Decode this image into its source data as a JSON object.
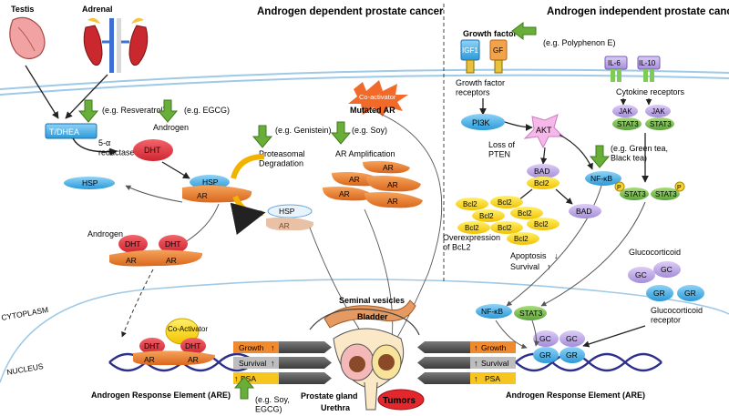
{
  "titles": {
    "left": "Androgen dependent prostate cancer",
    "right": "Androgen independent prostate cancer"
  },
  "compartments": {
    "cytoplasm": "CYTOPLASM",
    "nucleus": "NUCLEUS"
  },
  "organs": {
    "testis": "Testis",
    "adrenal": "Adrenal"
  },
  "left_panel": {
    "t_dhea": "T/DHEA",
    "reductase": "5-α\nreductase",
    "androgen_label": "Androgen",
    "dht": "DHT",
    "hsp": "HSP",
    "ar": "AR",
    "resveratrol": "(e.g. Resveratrol)",
    "egcg": "(e.g. EGCG)",
    "genistein": "(e.g. Genistein)",
    "proteasomal": "Proteasomal\nDegradation",
    "soy": "(e.g. Soy)",
    "ar_amplification": "AR Amplification",
    "mutated_ar": "Mutated AR",
    "co_activator_star": "Co-activator",
    "androgen_label_2": "Androgen",
    "co_activator": "Co-Activator",
    "are_left": "Androgen Response Element (ARE)",
    "soy_egcg": "(e.g. Soy,\nEGCG)"
  },
  "outputs": {
    "growth": "Growth",
    "survival": "Survival",
    "psa": "PSA"
  },
  "center": {
    "seminal_vesicles": "Seminal vesicles",
    "bladder": "Bladder",
    "prostate_gland": "Prostate gland",
    "urethra": "Urethra",
    "tumors": "Tumors"
  },
  "right_panel": {
    "growth_factor": "Growth factor",
    "polyphenon": "(e.g. Polyphenon E)",
    "igf1": "IGF1",
    "gf": "GF",
    "gf_receptors": "Growth factor\nreceptors",
    "pi3k": "PI3K",
    "akt": "AKT",
    "loss_pten": "Loss of\nPTEN",
    "bad": "BAD",
    "bcl2": "Bcl2",
    "nfkb": "NF-κB",
    "green_tea": "(e.g. Green tea,\nBlack tea)",
    "il6": "IL-6",
    "il10": "IL-10",
    "cytokine_receptors": "Cytokine receptors",
    "jak": "JAK",
    "stat3": "STAT3",
    "p": "P",
    "overexpression": "Overexpression\nof BcL2",
    "apoptosis": "Apoptosis",
    "survival_word": "Survival",
    "glucocorticoid": "Glucocorticoid",
    "gc": "GC",
    "gr": "GR",
    "gc_receptor": "Glucocorticoid\nreceptor",
    "are_right": "Androgen Response Element (ARE)"
  }
}
